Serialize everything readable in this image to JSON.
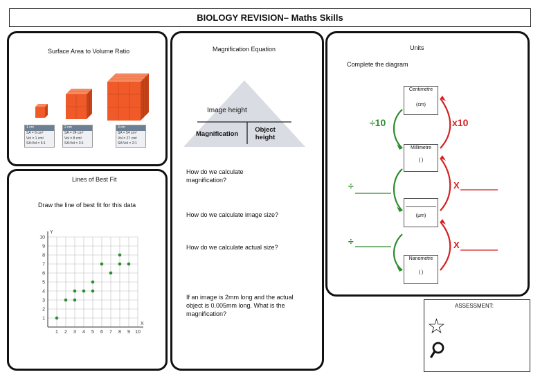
{
  "header": {
    "title": "BIOLOGY REVISION– Maths Skills"
  },
  "surface_area": {
    "heading": "Surface Area to Volume Ratio",
    "cards": [
      {
        "size": "1 cm",
        "sa": "SA = 6 cm²",
        "vol": "Vol = 1 cm³",
        "ratio": "SA:Vol = 6:1"
      },
      {
        "size": "2 cm",
        "sa": "SA = 24 cm²",
        "vol": "Vol = 8 cm³",
        "ratio": "SA:Vol = 3:1"
      },
      {
        "size": "3 cm",
        "sa": "SA = 54 cm²",
        "vol": "Vol = 27 cm³",
        "ratio": "SA:Vol = 2:1"
      }
    ],
    "cube_color": "#f05a28"
  },
  "magnification": {
    "heading": "Magnification Equation",
    "triangle": {
      "top": "Image height",
      "left": "Magnification",
      "right": "Object height"
    },
    "q1": "How do we calculate magnification?",
    "q2": "How do we calculate image size?",
    "q3": "How do we calculate actual size?",
    "q4": "If an image is 2mm long and the actual object is 0.005mm long. What is the magnification?"
  },
  "units": {
    "heading": "Units",
    "instruction": "Complete the diagram",
    "boxes": [
      {
        "name": "Centimetre",
        "abbr": "(cm)"
      },
      {
        "name": "Millimetre",
        "abbr": "(  )"
      },
      {
        "name": "",
        "abbr": "(μm)"
      },
      {
        "name": "Nanometre",
        "abbr": "(  )"
      }
    ],
    "divide_top": "÷10",
    "multiply_top": "x10",
    "divide_blank": "÷",
    "multiply_blank": "X",
    "green": "#2e8b2e",
    "red": "#d42020"
  },
  "best_fit": {
    "heading": "Lines of Best Fit",
    "instruction": "Draw the line of best fit for this data",
    "y_label": "Y",
    "x_label": "X"
  },
  "chart_data": {
    "type": "scatter",
    "title": "",
    "xlabel": "X",
    "ylabel": "Y",
    "xlim": [
      0,
      10
    ],
    "ylim": [
      0,
      10
    ],
    "x_ticks": [
      "1",
      "2",
      "3",
      "4",
      "5",
      "6",
      "7",
      "8",
      "9",
      "10"
    ],
    "y_ticks": [
      "1",
      "2",
      "3",
      "4",
      "5",
      "6",
      "7",
      "8",
      "9",
      "10"
    ],
    "grid": true,
    "point_color": "#2e8b2e",
    "points": [
      [
        1,
        1
      ],
      [
        2,
        3
      ],
      [
        3,
        3
      ],
      [
        3,
        4
      ],
      [
        4,
        4
      ],
      [
        5,
        4
      ],
      [
        5,
        5
      ],
      [
        6,
        7
      ],
      [
        7,
        6
      ],
      [
        8,
        8
      ],
      [
        8,
        7
      ],
      [
        9,
        7
      ]
    ]
  },
  "assessment": {
    "label": "ASSESSMENT:",
    "star_icon": "star-icon",
    "search_icon": "magnifier-icon"
  }
}
